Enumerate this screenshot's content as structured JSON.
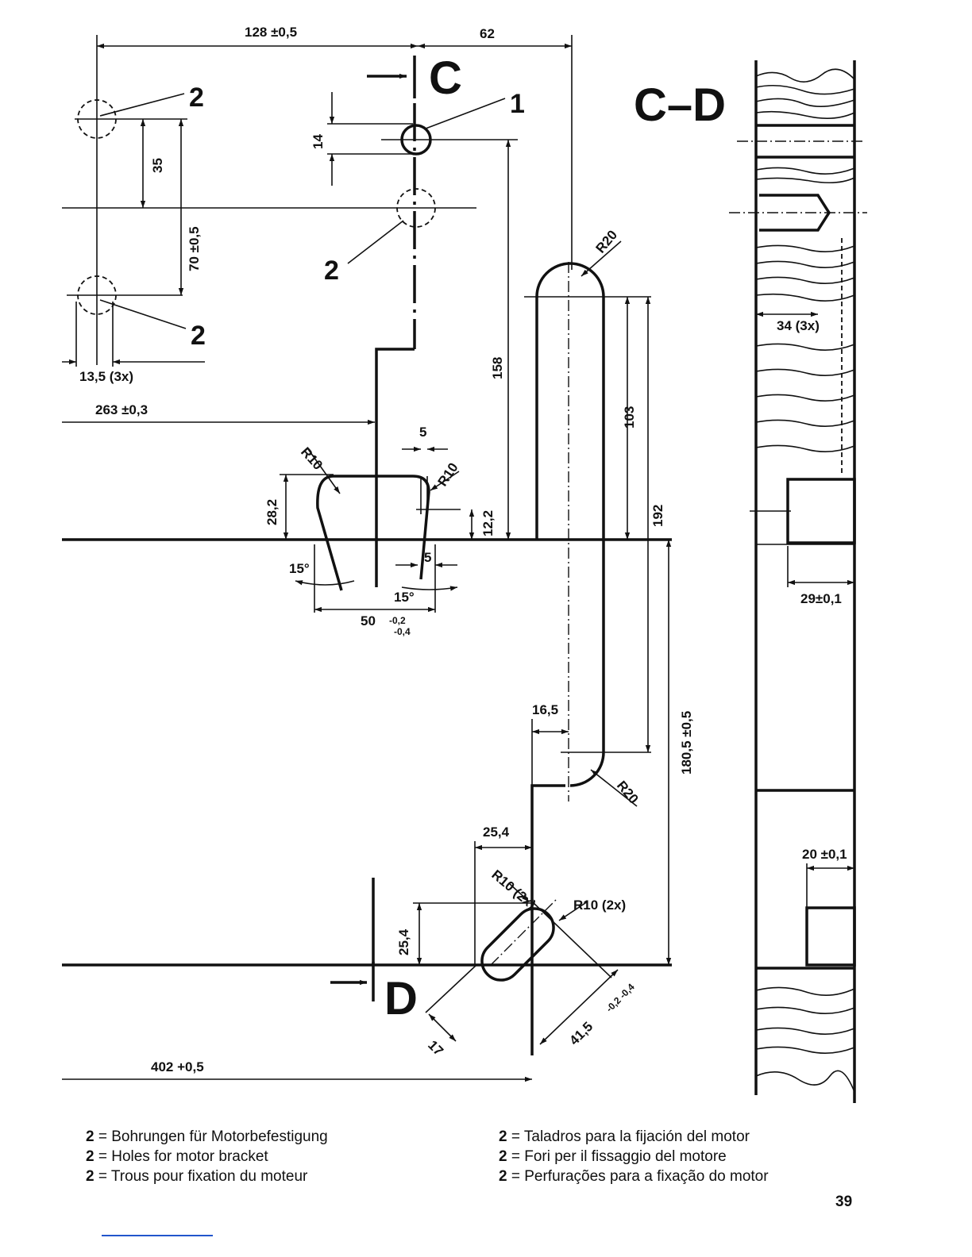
{
  "section_labels": {
    "c": "C",
    "d": "D",
    "cd": "C–D"
  },
  "callouts": {
    "hole_1": "1",
    "hole_2": "2"
  },
  "dims": {
    "d128": "128 ±0,5",
    "d62": "62",
    "d14": "14",
    "d35": "35",
    "d70": "70 ±0,5",
    "d13_5": "13,5 (3x)",
    "d263": "263 ±0,3",
    "d158": "158",
    "dR20": "R20",
    "d103": "103",
    "d192": "192",
    "d34": "34 (3x)",
    "d5": "5",
    "dR10": "R10",
    "d28_2": "28,2",
    "d12_2": "12,2",
    "d15deg": "15°",
    "d50": "50",
    "d50_tol_upper": "-0,2",
    "d50_tol_lower": "-0,4",
    "d29": "29±0,1",
    "d16_5": "16,5",
    "d180_5": "180,5 ±0,5",
    "d25_4": "25,4",
    "dR10_2x": "R10 (2x)",
    "d20": "20 ±0,1",
    "d17": "17",
    "d41_5": "41,5",
    "d41_5_tol": "-0,2 -0,4",
    "d402": "402 +0,5"
  },
  "legend": {
    "left": [
      {
        "num": "2",
        "text": "= Bohrungen für Motorbefestigung"
      },
      {
        "num": "2",
        "text": "= Holes for motor bracket"
      },
      {
        "num": "2",
        "text": "= Trous pour fixation du moteur"
      }
    ],
    "right": [
      {
        "num": "2",
        "text": "= Taladros para la fijación del motor"
      },
      {
        "num": "2",
        "text": "= Fori per il fissaggio del motore"
      },
      {
        "num": "2",
        "text": "= Perfurações para a fixação do motor"
      }
    ]
  },
  "page_number": "39"
}
